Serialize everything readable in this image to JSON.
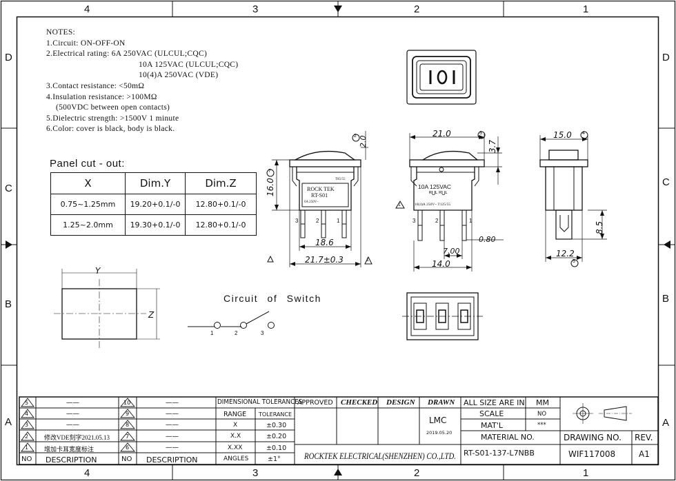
{
  "frame": {
    "top_zones": [
      "4",
      "3",
      "2",
      "1"
    ],
    "side_zones": [
      "D",
      "C",
      "B",
      "A"
    ]
  },
  "notes": {
    "title": "NOTES:",
    "lines": [
      "1.Circuit: ON-OFF-ON",
      "2.Electrical rating: 6A 250VAC (ULCUL;CQC)",
      "10A 125VAC (ULCUL;CQC)",
      "10(4)A 250VAC (VDE)",
      "3.Contact resistance: <50mΩ",
      "4.Insulation resistance: >100MΩ",
      "(500VDC between open contacts)",
      "5.Dielectric strength: >1500V 1 minute",
      "6.Color: cover is black, body is black."
    ]
  },
  "panel": {
    "title": "Panel cut - out:",
    "headers": [
      "X",
      "Dim.Y",
      "Dim.Z"
    ],
    "rows": [
      [
        "0.75~1.25mm",
        "19.20+0.1/-0",
        "12.80+0.1/-0"
      ],
      [
        "1.25~2.0mm",
        "19.30+0.1/-0",
        "12.80+0.1/-0"
      ]
    ],
    "cutout_y_label": "Y",
    "cutout_z_label": "Z"
  },
  "circuit": {
    "title": "Circuit of Switch",
    "pins": [
      "1",
      "2",
      "3"
    ]
  },
  "side_view": {
    "markings": [
      "ROCK TEK",
      "RT-S01",
      "6A 250V~",
      "T85/55"
    ],
    "pins": [
      "3",
      "2",
      "1"
    ],
    "dims": [
      "16.0",
      "2.0",
      "18.6",
      "21.7±0.3"
    ],
    "callouts": [
      "7",
      "2",
      "1"
    ]
  },
  "front_view": {
    "markings": [
      "10A 125VAC",
      "ᴿUᴸ ᴿUᴸ",
      "10(4)A 250V~ T125/55"
    ],
    "pins": [
      "3",
      "2",
      "1"
    ],
    "dims": [
      "21.0",
      "3.7",
      "7.00",
      "0.80",
      "14.0"
    ],
    "callouts": [
      "3",
      "1"
    ]
  },
  "end_view": {
    "dims": [
      "15.0",
      "8.5",
      "12.2"
    ],
    "callouts": [
      "4",
      "5"
    ]
  },
  "revision": {
    "left": [
      {
        "no": "5",
        "desc": "——"
      },
      {
        "no": "4",
        "desc": "——"
      },
      {
        "no": "3",
        "desc": "——"
      },
      {
        "no": "2",
        "desc": "修改VDE刻字2021.05.13"
      },
      {
        "no": "1",
        "desc": "增加卡耳宽度标注"
      }
    ],
    "right": [
      {
        "no": "10",
        "desc": "——"
      },
      {
        "no": "9",
        "desc": "——"
      },
      {
        "no": "8",
        "desc": "——"
      },
      {
        "no": "7",
        "desc": "——"
      },
      {
        "no": "6",
        "desc": "——"
      }
    ],
    "header_no": "NO",
    "header_desc": "DESCRIPTION"
  },
  "tolerances": {
    "title": "DIMENSIONAL TOLERANCES",
    "col_range": "RANGE",
    "col_tol": "TOLERANCE",
    "rows": [
      [
        "X",
        "±0.30"
      ],
      [
        "X.X",
        "±0.20"
      ],
      [
        "X.XX",
        "±0.10"
      ],
      [
        "ANGLES",
        "±1°"
      ]
    ]
  },
  "approvals": {
    "approved": "APPROVED",
    "checked": "CHECKED",
    "design": "DESIGN",
    "drawn": "DRAWN",
    "drawn_by": "LMC",
    "date": "2019.05.20"
  },
  "company": "ROCKTEK ELECTRICAL(SHENZHEN) CO.,LTD.",
  "info": {
    "all_size_label": "ALL SIZE ARE IN",
    "all_size_value": "MM",
    "scale_label": "SCALE",
    "scale_value": "NO",
    "matl_label": "MAT'L",
    "matl_value": "***",
    "material_no_label": "MATERIAL NO.",
    "material_no": "RT-S01-137-L7NBB",
    "drawing_no_label": "DRAWING NO.",
    "drawing_no": "WIF117008",
    "rev_label": "REV.",
    "rev": "A1"
  }
}
